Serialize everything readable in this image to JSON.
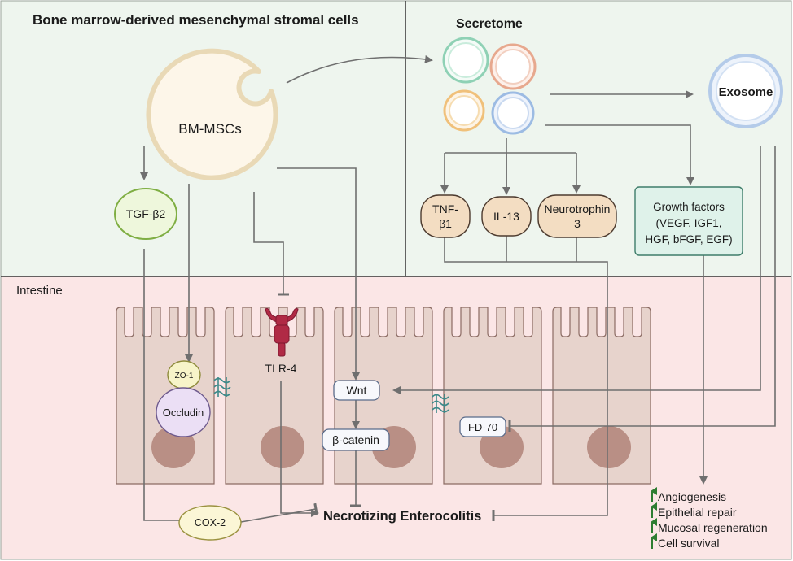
{
  "panels": {
    "bm_title": "Bone marrow-derived mesenchymal stromal cells",
    "secretome_title": "Secretome",
    "intestine_title": "Intestine"
  },
  "cells": {
    "bm_mscs": "BM-MSCs",
    "exosome": "Exosome"
  },
  "factors": {
    "tgf": "TGF-β2",
    "tnf_line1": "TNF-",
    "tnf_line2": "β1",
    "il13": "IL-13",
    "ntf_line1": "Neurotrophin",
    "ntf_line2": "3",
    "growth_line1": "Growth factors",
    "growth_line2": "(VEGF, IGF1,",
    "growth_line3": "HGF, bFGF, EGF)"
  },
  "intestine": {
    "zo1": "ZO-1",
    "occludin": "Occludin",
    "tlr4": "TLR-4",
    "wnt": "Wnt",
    "beta_catenin": "β-catenin",
    "fd70": "FD-70",
    "cox2": "COX-2",
    "nec": "Necrotizing Enterocolitis"
  },
  "outcomes": [
    "Angiogenesis",
    "Epithelial repair",
    "Mucosal regeneration",
    "Cell survival"
  ],
  "colors": {
    "top_bg": "#eef5ee",
    "intestine_bg": "#fbe6e6",
    "cell_fill": "#e7d3cc",
    "nucleus": "#b98f85",
    "arrow": "#6f6f6f",
    "outcome_arrow": "#2e7d32"
  }
}
